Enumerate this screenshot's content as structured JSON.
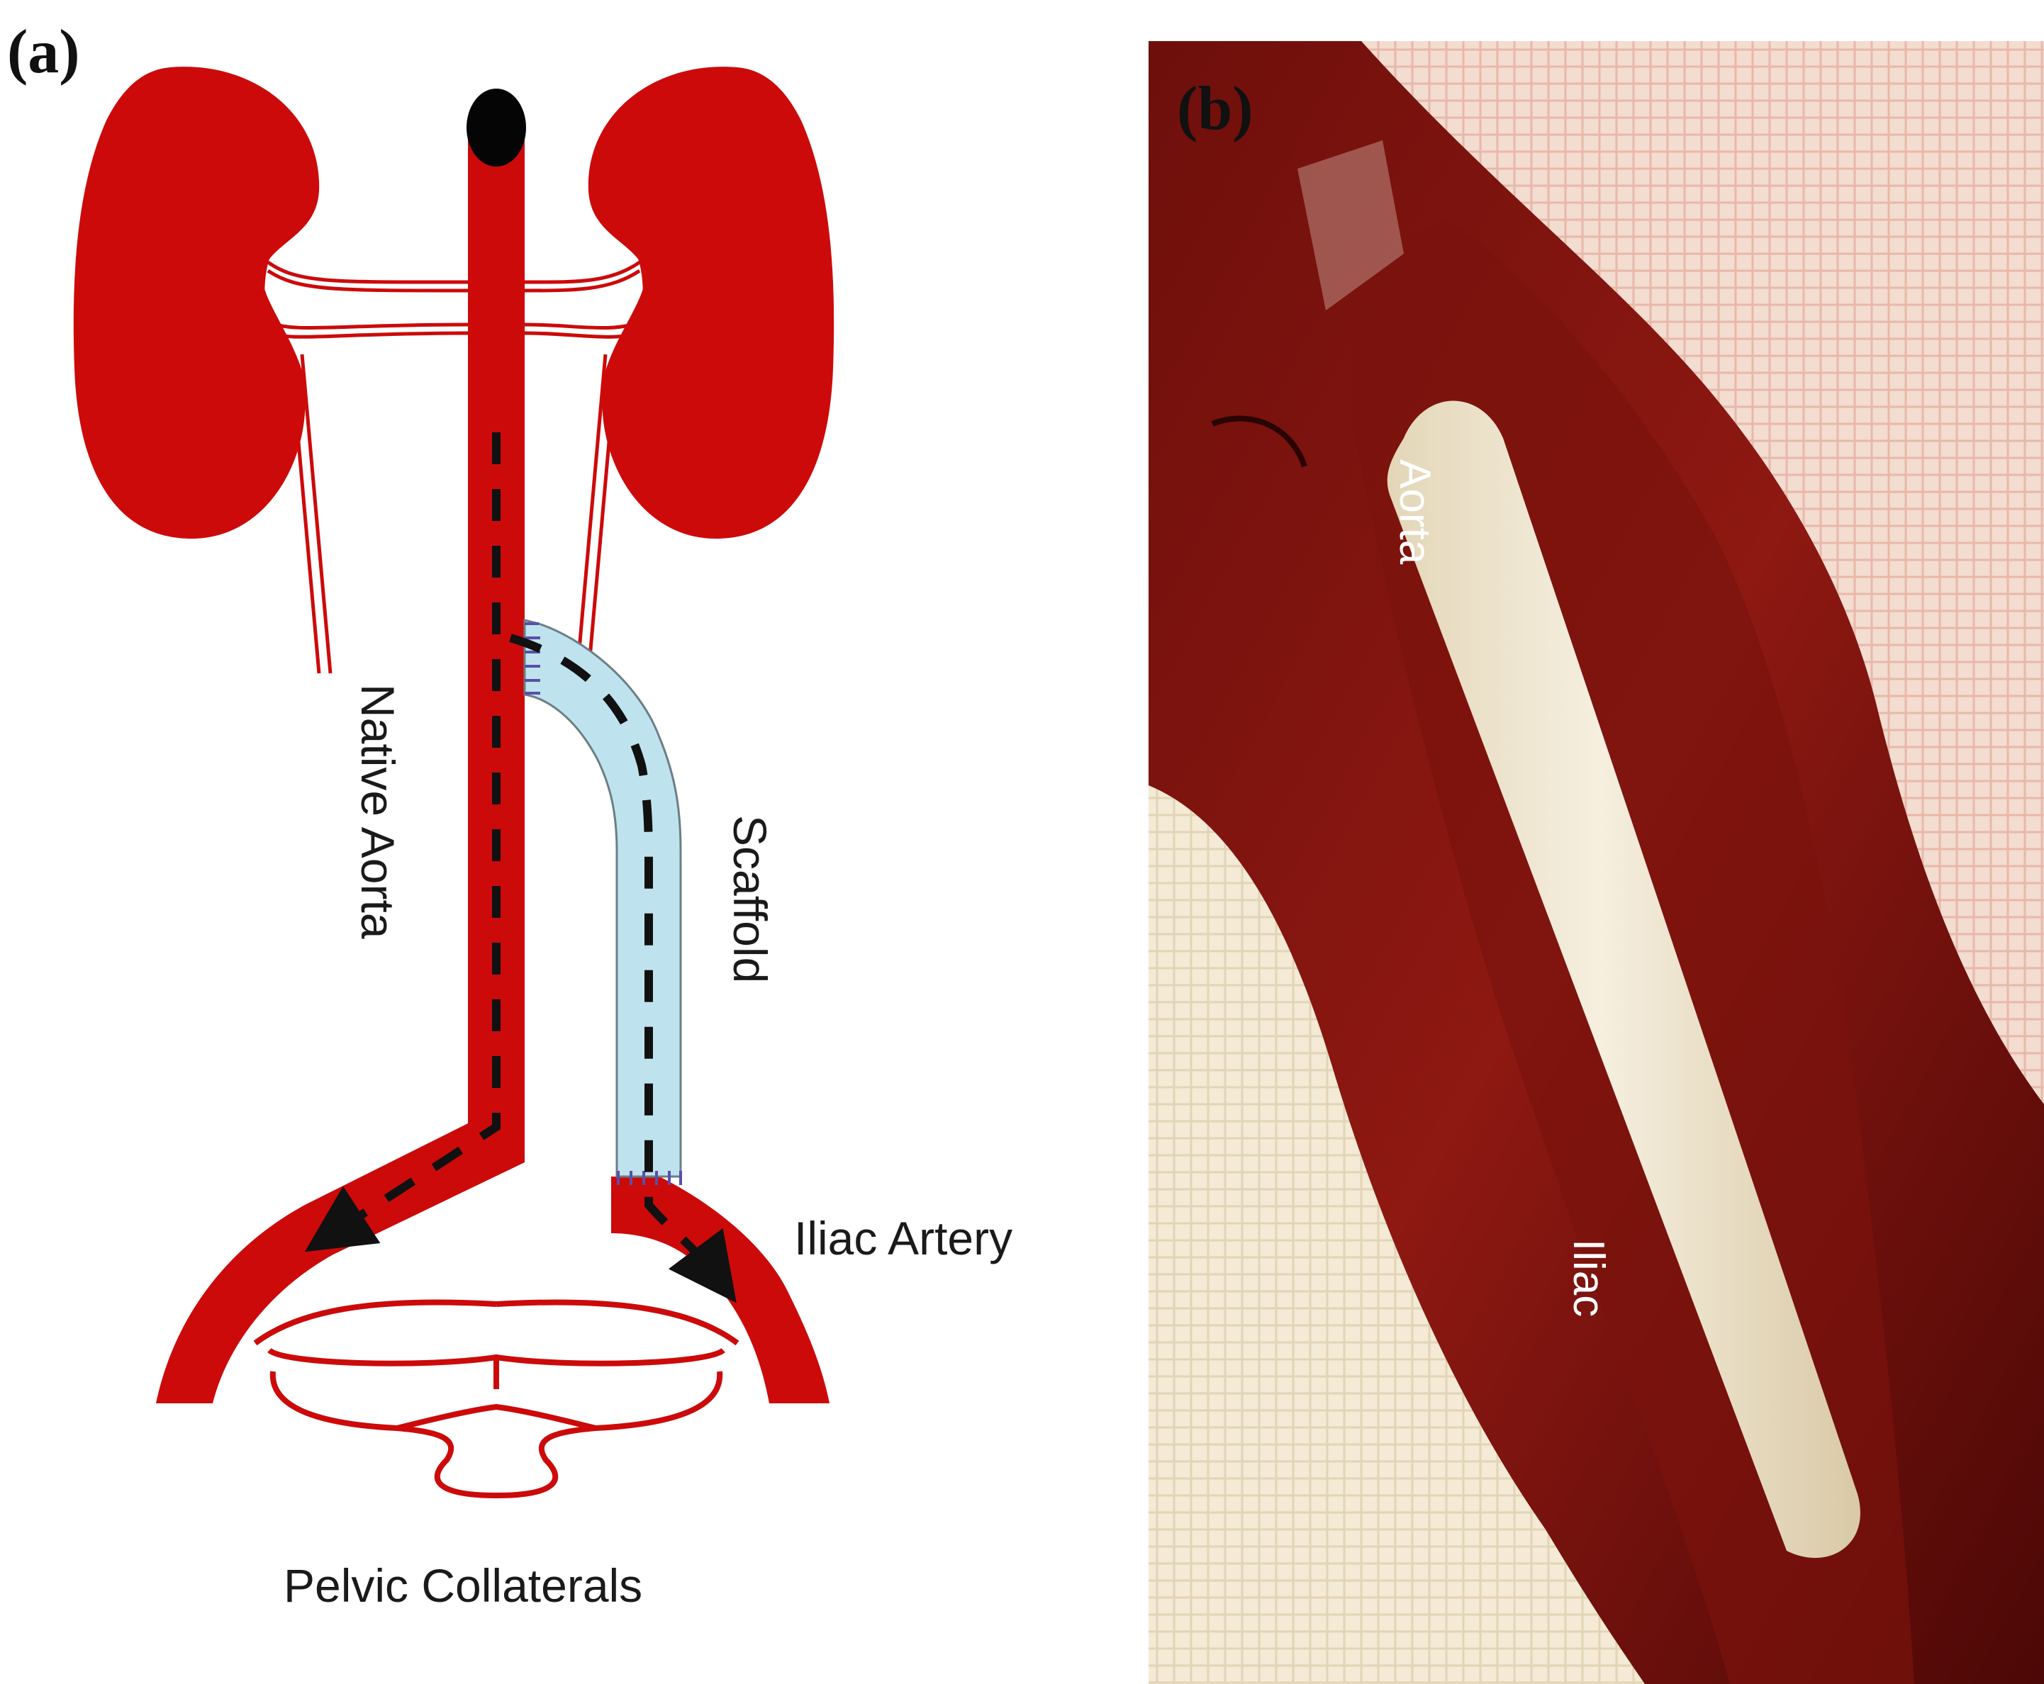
{
  "panels": {
    "a_label": "(a)",
    "b_label": "(b)"
  },
  "diagram": {
    "native_aorta_label": "Native Aorta",
    "scaffold_label": "Scaffold",
    "iliac_artery_label": "Iliac Artery",
    "pelvic_collaterals_label": "Pelvic Collaterals"
  },
  "photo": {
    "aorta_label": "Aorta",
    "iliac_label": "Iliac"
  },
  "colors": {
    "vessel_red": "#cc0a0a",
    "scaffold_blue": "#bfe3ee",
    "suture_blue": "#5a4fa8",
    "flow_dash": "#111111",
    "tissue_dark": "#5a0a08",
    "tissue_mid": "#8e1812",
    "graft_white": "#f2ead6",
    "gauze": "#f3e7d2"
  }
}
